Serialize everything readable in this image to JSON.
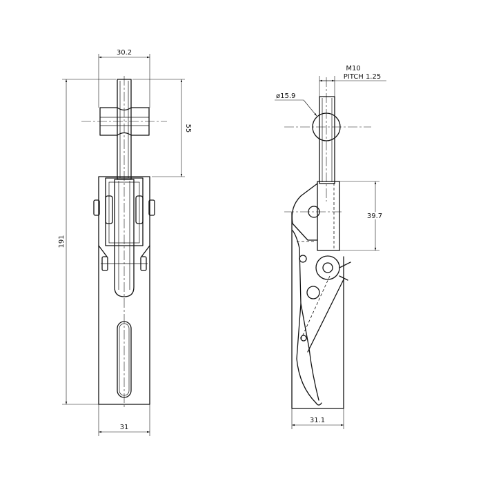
{
  "front_view": {
    "dims": {
      "top_width": "30.2",
      "height_55": "55",
      "overall_height": "191",
      "base_width": "31"
    }
  },
  "side_view": {
    "dims": {
      "thread": "M10",
      "pitch": "PITCH 1.25",
      "knob_diameter": "ø15.9",
      "height_39_7": "39.7",
      "base_width": "31.1"
    }
  }
}
